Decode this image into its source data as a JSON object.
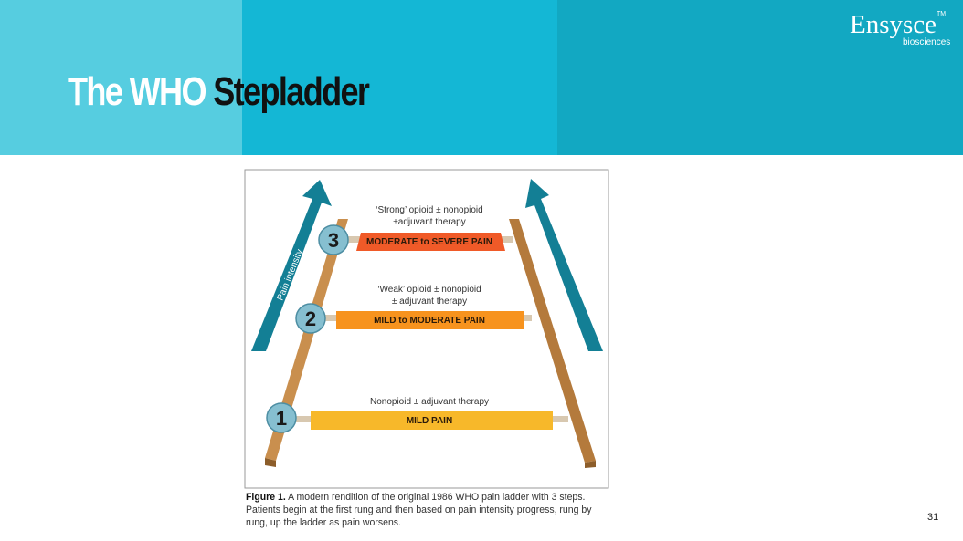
{
  "slide": {
    "title_part1": "The WHO",
    "title_part2": "Stepladder",
    "page_number": "31"
  },
  "logo": {
    "name": "Ensysce",
    "tm": "TM",
    "sub": "biosciences"
  },
  "figure": {
    "arrow_label": "Pain intensity",
    "steps": [
      {
        "number": "1",
        "label": "MILD PAIN",
        "therapy_line1": "Nonopioid ± adjuvant therapy",
        "therapy_line2": "",
        "color": "#f7b82a"
      },
      {
        "number": "2",
        "label": "MILD to MODERATE PAIN",
        "therapy_line1": "‘Weak’ opioid ± nonopioid",
        "therapy_line2": "± adjuvant therapy",
        "color": "#f7931e"
      },
      {
        "number": "3",
        "label": "MODERATE to SEVERE PAIN",
        "therapy_line1": "‘Strong’ opioid ± nonopioid",
        "therapy_line2": "±adjuvant therapy",
        "color": "#f05a28"
      }
    ],
    "caption_bold": "Figure 1.",
    "caption_text": " A modern rendition of the original 1986 WHO pain ladder with 3 steps. Patients begin at the first rung and then based on pain intensity progress, rung by rung, up the ladder as pain worsens."
  }
}
